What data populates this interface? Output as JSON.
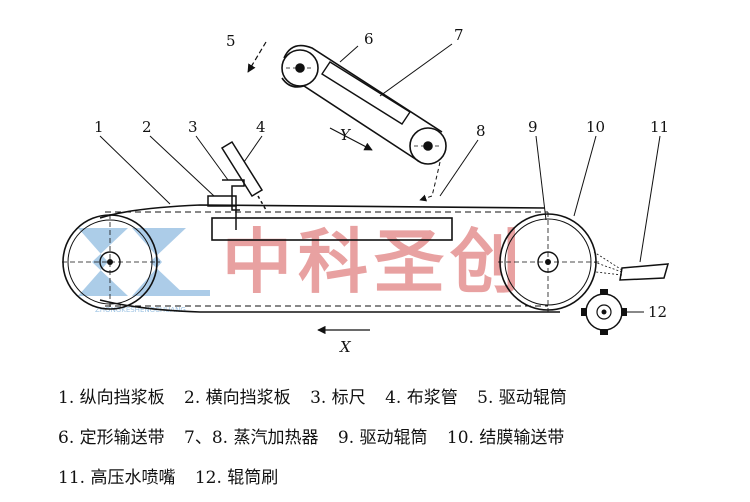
{
  "watermark": {
    "text": "中科圣创",
    "subtext": "ZHONGKESHENGCHUANG",
    "text_color": "#e8a1a1",
    "logo_color": "#9ec4e4"
  },
  "labels": [
    "1",
    "2",
    "3",
    "4",
    "5",
    "6",
    "7",
    "8",
    "9",
    "10",
    "11",
    "12"
  ],
  "directions": {
    "x": "X",
    "y": "Y"
  },
  "caption": [
    "1. 纵向挡浆板",
    "2. 横向挡浆板",
    "3. 标尺",
    "4. 布浆管",
    "5. 驱动辊筒",
    "6. 定形输送带",
    "7、8. 蒸汽加热器",
    "9. 驱动辊筒",
    "10. 结膜输送带",
    "11. 高压水喷嘴",
    "12. 辊筒刷"
  ]
}
